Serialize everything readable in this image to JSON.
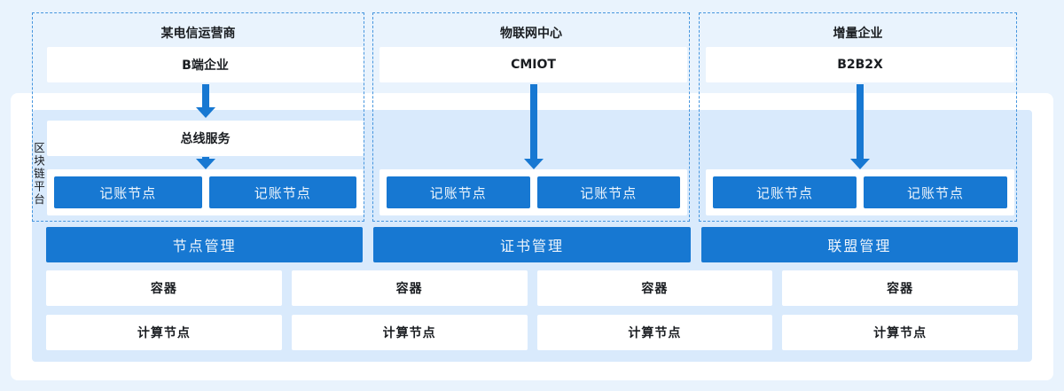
{
  "diagram": {
    "platform_label": "区块链平台",
    "columns": [
      {
        "header": "某电信运营商",
        "entity": "B端企业",
        "bus_service": "总线服务",
        "nodes": [
          "记账节点",
          "记账节点"
        ],
        "management": "节点管理"
      },
      {
        "header": "物联网中心",
        "entity": "CMIOT",
        "nodes": [
          "记账节点",
          "记账节点"
        ],
        "management": "证书管理"
      },
      {
        "header": "增量企业",
        "entity": "B2B2X",
        "nodes": [
          "记账节点",
          "记账节点"
        ],
        "management": "联盟管理"
      }
    ],
    "infrastructure": {
      "container_row": [
        "容器",
        "容器",
        "容器",
        "容器"
      ],
      "compute_row": [
        "计算节点",
        "计算节点",
        "计算节点",
        "计算节点"
      ]
    },
    "colors": {
      "accent_blue": "#1778d2",
      "panel_blue": "#d9eafc",
      "page_background": "#e9f3fd",
      "dashed_border": "#4595de"
    }
  }
}
